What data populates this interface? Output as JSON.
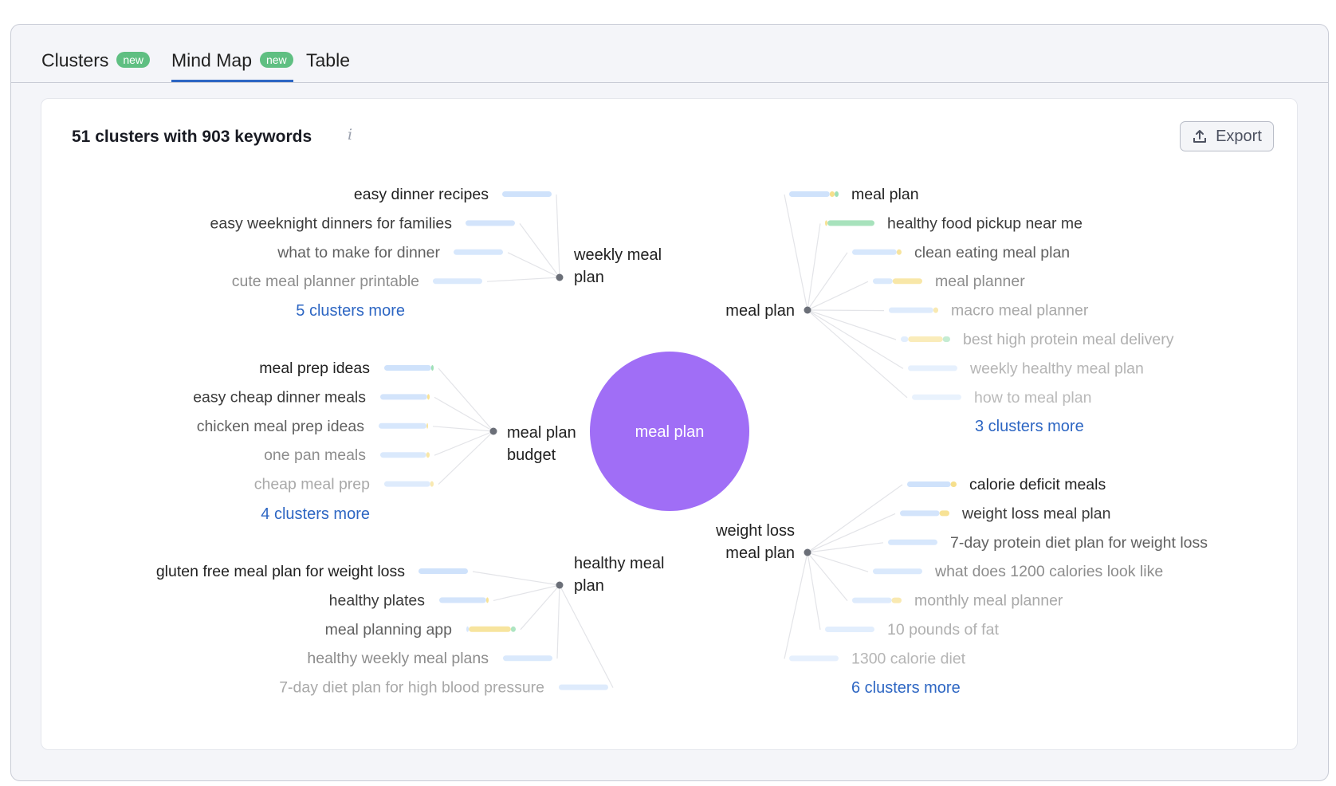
{
  "tabs": [
    {
      "label": "Clusters",
      "badge": "new"
    },
    {
      "label": "Mind Map",
      "badge": "new"
    },
    {
      "label": "Table"
    }
  ],
  "summary": "51 clusters with 903 keywords",
  "info_icon": "info-icon",
  "export_label": "Export",
  "colors": {
    "accent": "#2d66c3",
    "center_bubble": "#a06ef6",
    "badge": "#5fbf82",
    "bar_blue": "#cfe2fb",
    "bar_yellow": "#f6df8c",
    "bar_green": "#9fe0b6"
  },
  "mindmap": {
    "center": "meal plan",
    "branches": [
      {
        "id": "weekly-meal-plan",
        "label_lines": [
          "weekly meal",
          "plan"
        ],
        "keywords": [
          {
            "text": "easy dinner recipes",
            "bar": [
              [
                "blue",
                1
              ]
            ]
          },
          {
            "text": "easy weeknight dinners for families",
            "bar": [
              [
                "blue",
                1
              ]
            ]
          },
          {
            "text": "what to make for dinner",
            "bar": [
              [
                "blue",
                1
              ]
            ]
          },
          {
            "text": "cute meal planner printable",
            "bar": [
              [
                "blue",
                1
              ]
            ]
          }
        ],
        "more": "5 clusters more"
      },
      {
        "id": "meal-plan-budget",
        "label_lines": [
          "meal plan",
          "budget"
        ],
        "keywords": [
          {
            "text": "meal prep ideas",
            "bar": [
              [
                "blue",
                0.95
              ],
              [
                "green",
                0.05
              ]
            ]
          },
          {
            "text": "easy cheap dinner meals",
            "bar": [
              [
                "blue",
                0.95
              ],
              [
                "yellow",
                0.05
              ]
            ]
          },
          {
            "text": "chicken meal prep ideas",
            "bar": [
              [
                "blue",
                0.97
              ],
              [
                "yellow",
                0.03
              ]
            ]
          },
          {
            "text": "one pan meals",
            "bar": [
              [
                "blue",
                0.93
              ],
              [
                "yellow",
                0.07
              ]
            ]
          },
          {
            "text": "cheap meal prep",
            "bar": [
              [
                "blue",
                0.93
              ],
              [
                "yellow",
                0.07
              ]
            ]
          }
        ],
        "more": "4 clusters more"
      },
      {
        "id": "healthy-meal-plan",
        "label_lines": [
          "healthy meal",
          "plan"
        ],
        "keywords": [
          {
            "text": "gluten free meal plan for weight loss",
            "bar": [
              [
                "blue",
                1
              ]
            ]
          },
          {
            "text": "healthy plates",
            "bar": [
              [
                "blue",
                0.95
              ],
              [
                "yellow",
                0.05
              ]
            ]
          },
          {
            "text": "meal planning app",
            "bar": [
              [
                "blue",
                0.05
              ],
              [
                "yellow",
                0.85
              ],
              [
                "green",
                0.1
              ]
            ]
          },
          {
            "text": "healthy weekly meal plans",
            "bar": [
              [
                "blue",
                1
              ]
            ]
          },
          {
            "text": "7-day diet plan for high blood pressure",
            "bar": [
              [
                "blue",
                1
              ]
            ]
          }
        ],
        "more": ""
      },
      {
        "id": "meal-plan",
        "label_lines": [
          "meal plan"
        ],
        "keywords": [
          {
            "text": "meal plan",
            "bar": [
              [
                "blue",
                0.82
              ],
              [
                "yellow",
                0.1
              ],
              [
                "green",
                0.08
              ]
            ]
          },
          {
            "text": "healthy food pickup near me",
            "bar": [
              [
                "yellow",
                0.05
              ],
              [
                "green",
                0.95
              ]
            ]
          },
          {
            "text": "clean eating meal plan",
            "bar": [
              [
                "blue",
                0.9
              ],
              [
                "yellow",
                0.1
              ]
            ]
          },
          {
            "text": "meal planner",
            "bar": [
              [
                "blue",
                0.4
              ],
              [
                "yellow",
                0.6
              ]
            ]
          },
          {
            "text": "macro meal planner",
            "bar": [
              [
                "blue",
                0.9
              ],
              [
                "yellow",
                0.1
              ]
            ]
          },
          {
            "text": "best high protein meal delivery",
            "bar": [
              [
                "blue",
                0.15
              ],
              [
                "yellow",
                0.7
              ],
              [
                "green",
                0.15
              ]
            ]
          },
          {
            "text": "weekly healthy meal plan",
            "bar": [
              [
                "blue",
                1
              ]
            ]
          },
          {
            "text": "how to meal plan",
            "bar": [
              [
                "blue",
                1
              ]
            ]
          }
        ],
        "more": "3 clusters more"
      },
      {
        "id": "weight-loss-meal-plan",
        "label_lines": [
          "weight loss",
          "meal plan"
        ],
        "keywords": [
          {
            "text": "calorie deficit meals",
            "bar": [
              [
                "blue",
                0.88
              ],
              [
                "yellow",
                0.12
              ]
            ]
          },
          {
            "text": "weight loss meal plan",
            "bar": [
              [
                "blue",
                0.8
              ],
              [
                "yellow",
                0.2
              ]
            ]
          },
          {
            "text": "7-day protein diet plan for weight loss",
            "bar": [
              [
                "blue",
                1
              ]
            ]
          },
          {
            "text": "what does 1200 calories look like",
            "bar": [
              [
                "blue",
                1
              ]
            ]
          },
          {
            "text": "monthly meal planner",
            "bar": [
              [
                "blue",
                0.8
              ],
              [
                "yellow",
                0.2
              ]
            ]
          },
          {
            "text": "10 pounds of fat",
            "bar": [
              [
                "blue",
                1
              ]
            ]
          },
          {
            "text": "1300 calorie diet",
            "bar": [
              [
                "blue",
                1
              ]
            ]
          }
        ],
        "more": "6 clusters more"
      }
    ]
  }
}
